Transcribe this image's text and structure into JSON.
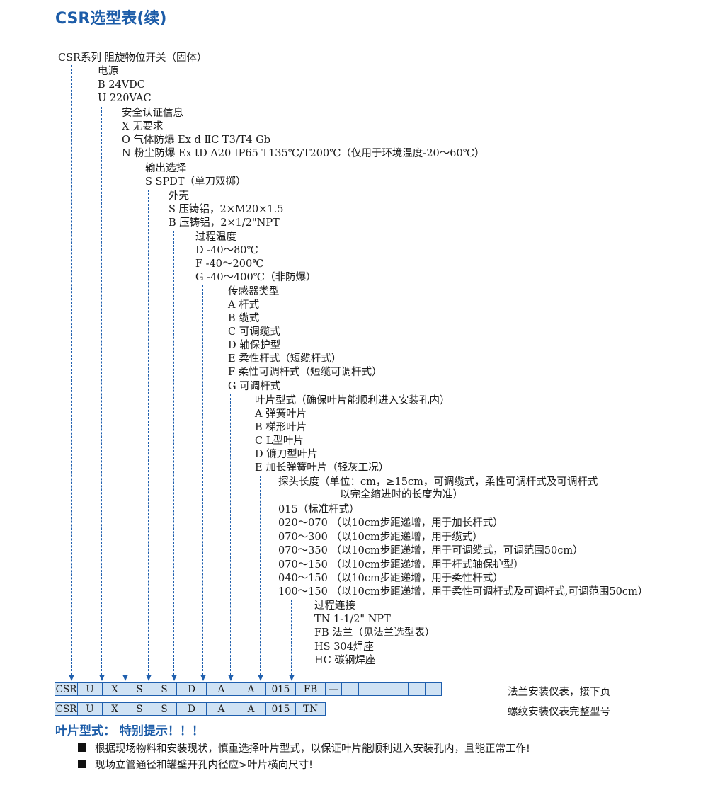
{
  "title": "CSR选型表(续)",
  "lines": [
    "CSR系列 阻旋物位开关（固体）",
    "电源",
    "B  24VDC",
    "U  220VAC",
    "安全认证信息",
    "X  无要求",
    "O  气体防爆  Ex d ⅡC T3/T4 Gb",
    "N  粉尘防爆  Ex tD A20 IP65 T135℃/T200℃（仅用于环境温度-20～60℃）",
    "输出选择",
    "S  SPDT（单刀双掷）",
    "外壳",
    "S  压铸铝，2×M20×1.5",
    "B  压铸铝，2×1/2\"NPT",
    "过程温度",
    "D  -40～80℃",
    "F  -40～200℃",
    "G  -40～400℃（非防爆）",
    "传感器类型",
    "A  杆式",
    "B  缆式",
    "C  可调缆式",
    "D  轴保护型",
    "E  柔性杆式（短缆杆式）",
    "F  柔性可调杆式（短缆可调杆式）",
    "G  可调杆式",
    "叶片型式（确保叶片能顺利进入安装孔内）",
    "A  弹簧叶片",
    "B  梯形叶片",
    "C  L型叶片",
    "D  镰刀型叶片",
    "E  加长弹簧叶片（轻灰工况）",
    "探头长度（单位：cm，≥15cm，可调缆式，柔性可调杆式及可调杆式",
    "以完全缩进时的长度为准）",
    "015（标准杆式）",
    "020～070 （以10cm步距递增，用于加长杆式）",
    "070～300 （以10cm步距递增，用于缆式）",
    "070～350 （以10cm步距递增，用于可调缆式，可调范围50cm）",
    "070～150 （以10cm步距递增，用于杆式轴保护型）",
    "040～150 （以10cm步距递增，用于柔性杆式）",
    "100～150 （以10cm步距递增，用于柔性可调杆式及可调杆式,可调范围50cm）",
    "过程连接",
    "TN  1-1/2\" NPT",
    "FB  法兰（见法兰选型表）",
    "HS  304焊座",
    "HC  碳钢焊座"
  ],
  "row1": {
    "cells": [
      "CSR",
      "U",
      "X",
      "S",
      "S",
      "D",
      "A",
      "A",
      "015",
      "FB",
      "—",
      "",
      "",
      "",
      "",
      "",
      ""
    ],
    "note": "法兰安装仪表，接下页"
  },
  "row2": {
    "cells": [
      "CSR",
      "U",
      "X",
      "S",
      "S",
      "D",
      "A",
      "A",
      "015",
      "TN"
    ],
    "note": "螺纹安装仪表完整型号"
  },
  "warning": {
    "title": "叶片型式：  特别提示！！！",
    "notes": [
      "根据现场物料和安装现状，慎重选择叶片型式，以保证叶片能顺利进入安装孔内，且能正常工作!",
      "现场立管通径和罐壁开孔内径应>叶片横向尺寸!"
    ]
  },
  "colors": {
    "accent": "#1c5ca8",
    "cell_fill": "#cfe2f4",
    "dash": "#1f5fae"
  }
}
